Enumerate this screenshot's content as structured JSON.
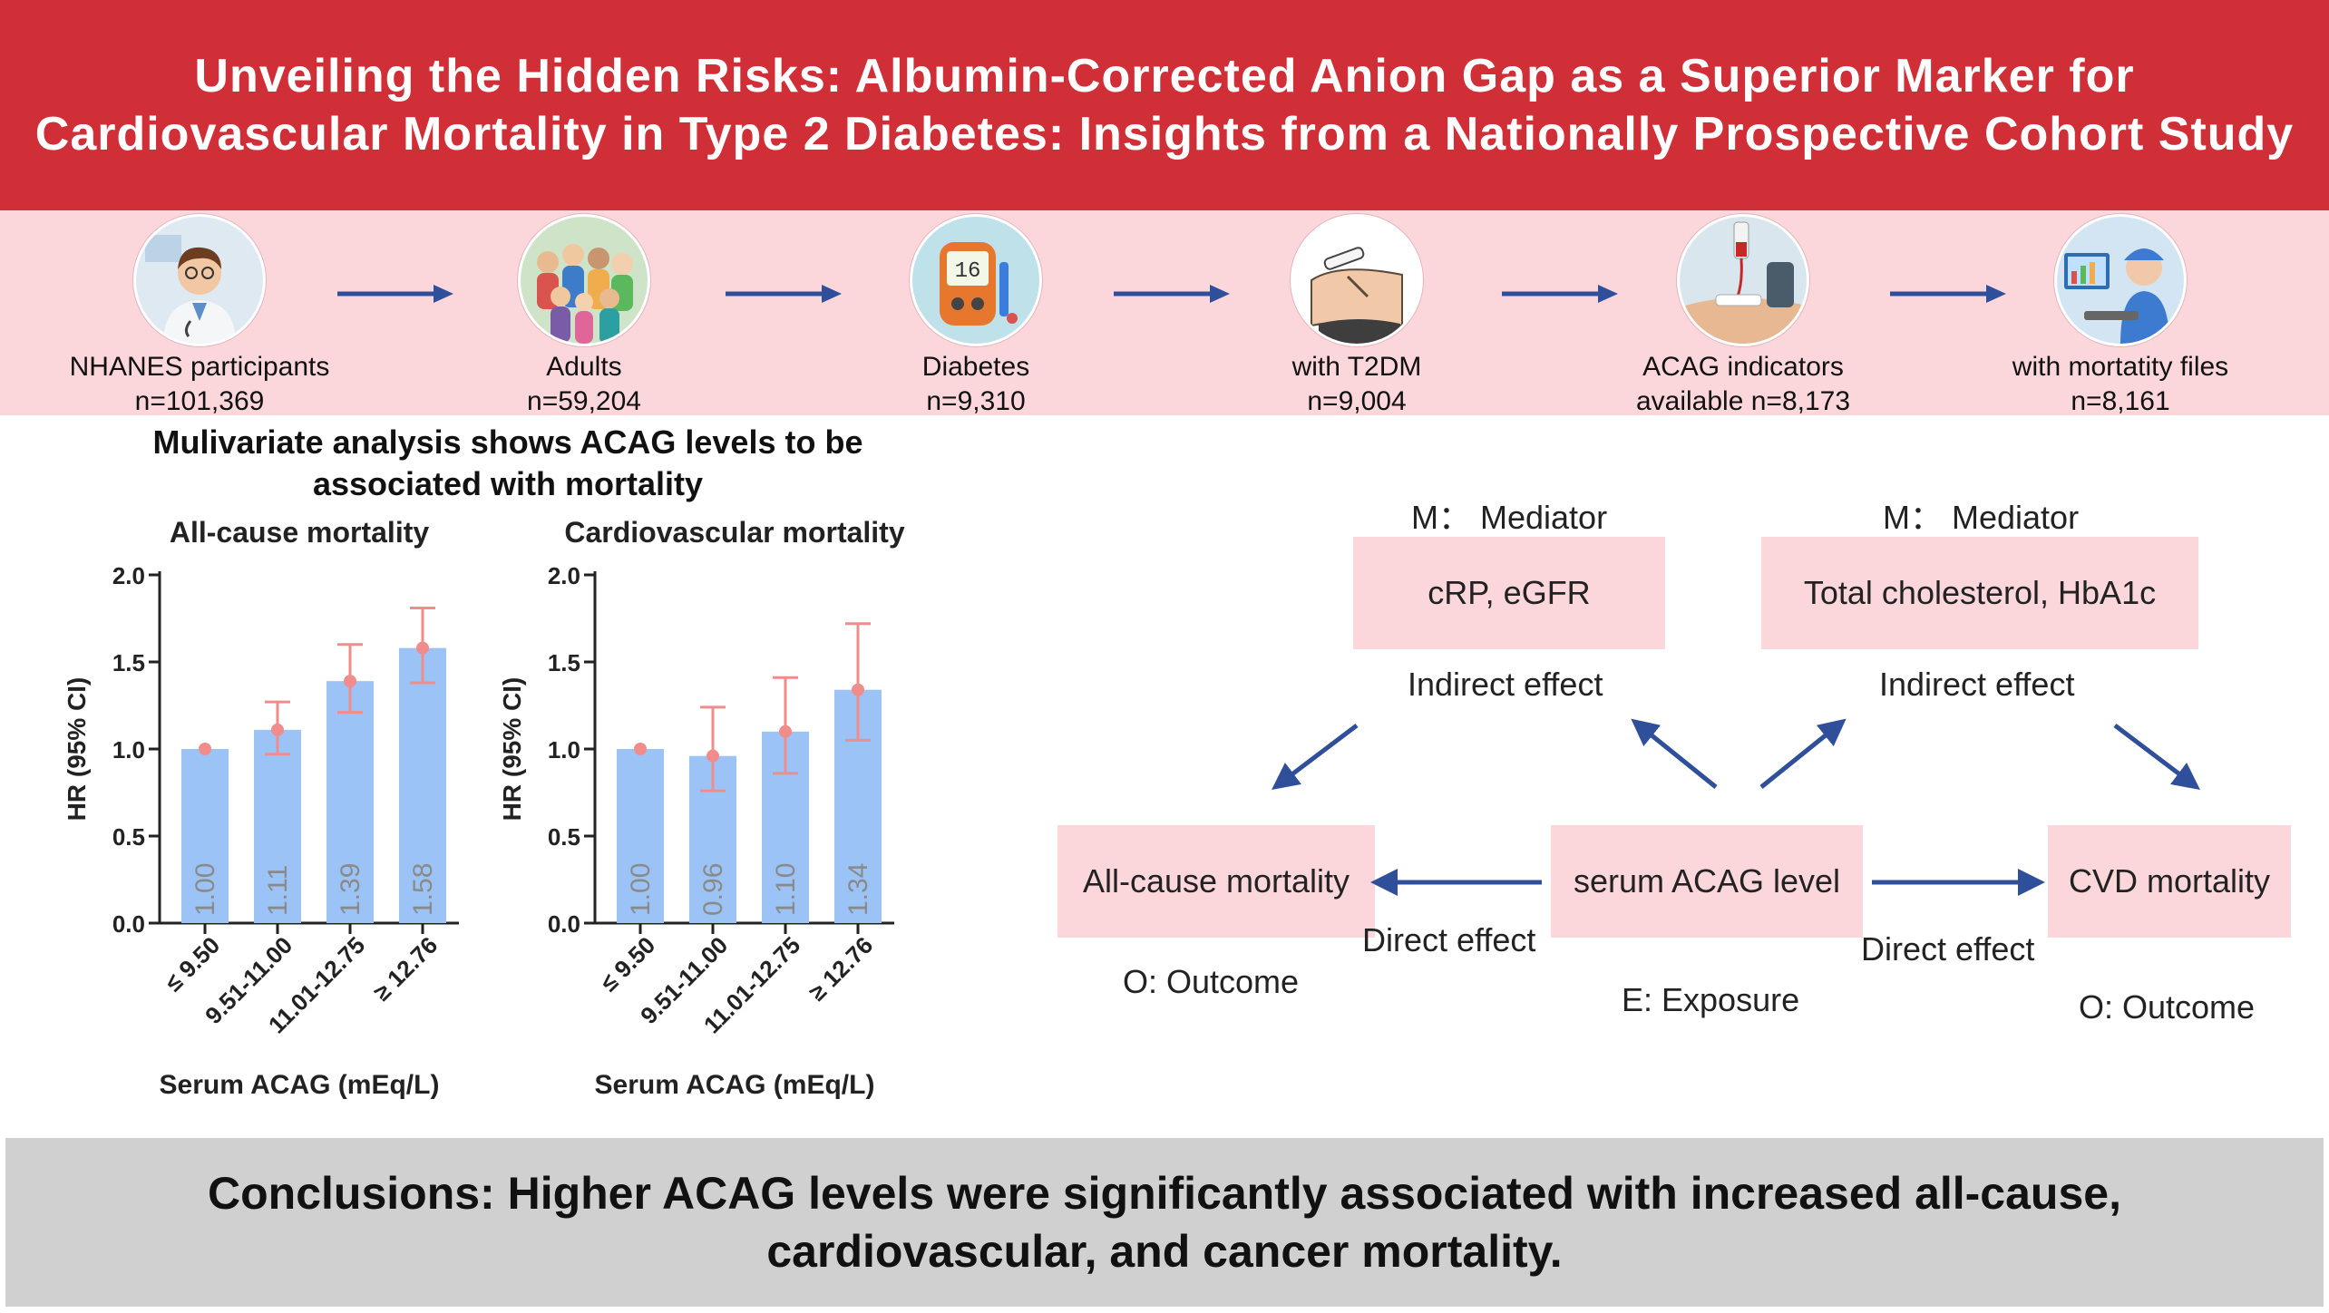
{
  "header": {
    "title_line1": "Unveiling the Hidden Risks: Albumin-Corrected Anion Gap as a Superior Marker for",
    "title_line2": "Cardiovascular Mortality in Type 2 Diabetes: Insights from a Nationally Prospective Cohort Study"
  },
  "flow": {
    "steps": [
      {
        "label": "NHANES participants",
        "count": "n=101,369",
        "icon": "doctor-icon"
      },
      {
        "label": "Adults",
        "count": "n=59,204",
        "icon": "crowd-icon"
      },
      {
        "label": "Diabetes",
        "count": "n=9,310",
        "icon": "glucose-meter-icon"
      },
      {
        "label": "with T2DM",
        "count": "n=9,004",
        "icon": "insulin-injection-icon"
      },
      {
        "label": "ACAG indicators",
        "count": "available n=8,173",
        "icon": "blood-draw-icon"
      },
      {
        "label": "with mortatity files",
        "count": "n=8,161",
        "icon": "nurse-computer-icon"
      }
    ]
  },
  "analysis": {
    "heading_line1": "Mulivariate analysis shows ACAG levels to be",
    "heading_line2": "associated with mortality"
  },
  "chart_data": [
    {
      "type": "bar",
      "title": "All-cause mortality",
      "xlabel": "Serum ACAG (mEq/L)",
      "ylabel": "HR (95% CI)",
      "ylim": [
        0,
        2.0
      ],
      "yticks": [
        "0.0",
        "0.5",
        "1.0",
        "1.5",
        "2.0"
      ],
      "categories": [
        "≤ 9.50",
        "9.51-11.00",
        "11.01-12.75",
        "≥ 12.76"
      ],
      "values": [
        1.0,
        1.11,
        1.39,
        1.58
      ],
      "value_labels": [
        "1.00",
        "1.11",
        "1.39",
        "1.58"
      ],
      "ci_lower": [
        1.0,
        0.97,
        1.21,
        1.38
      ],
      "ci_upper": [
        1.0,
        1.27,
        1.6,
        1.81
      ],
      "bar_color": "#9cc3f5",
      "error_color": "#f08c8c"
    },
    {
      "type": "bar",
      "title": "Cardiovascular mortality",
      "xlabel": "Serum ACAG (mEq/L)",
      "ylabel": "HR (95% CI)",
      "ylim": [
        0,
        2.0
      ],
      "yticks": [
        "0.0",
        "0.5",
        "1.0",
        "1.5",
        "2.0"
      ],
      "categories": [
        "≤ 9.50",
        "9.51-11.00",
        "11.01-12.75",
        "≥ 12.76"
      ],
      "values": [
        1.0,
        0.96,
        1.1,
        1.34
      ],
      "value_labels": [
        "1.00",
        "0.96",
        "1.10",
        "1.34"
      ],
      "ci_lower": [
        1.0,
        0.76,
        0.86,
        1.05
      ],
      "ci_upper": [
        1.0,
        1.24,
        1.41,
        1.72
      ],
      "bar_color": "#9cc3f5",
      "error_color": "#f08c8c"
    }
  ],
  "mediation": {
    "left_mediator_tag": "M： Mediator",
    "left_mediator": "cRP, eGFR",
    "right_mediator_tag": "M： Mediator",
    "right_mediator": "Total cholesterol, HbA1c",
    "indirect_left": "Indirect effect",
    "indirect_right": "Indirect effect",
    "outcome_left": "All-cause mortality",
    "exposure": "serum ACAG level",
    "outcome_right": "CVD mortality",
    "direct_left": "Direct effect",
    "direct_right": "Direct effect",
    "outcome_left_tag": "O: Outcome",
    "exposure_tag": "E: Exposure",
    "outcome_right_tag": "O: Outcome",
    "arrow_color": "#2f4f9b"
  },
  "conclusion": {
    "line1": "Conclusions: Higher ACAG levels were significantly associated with increased all-cause,",
    "line2": "cardiovascular, and cancer mortality."
  }
}
